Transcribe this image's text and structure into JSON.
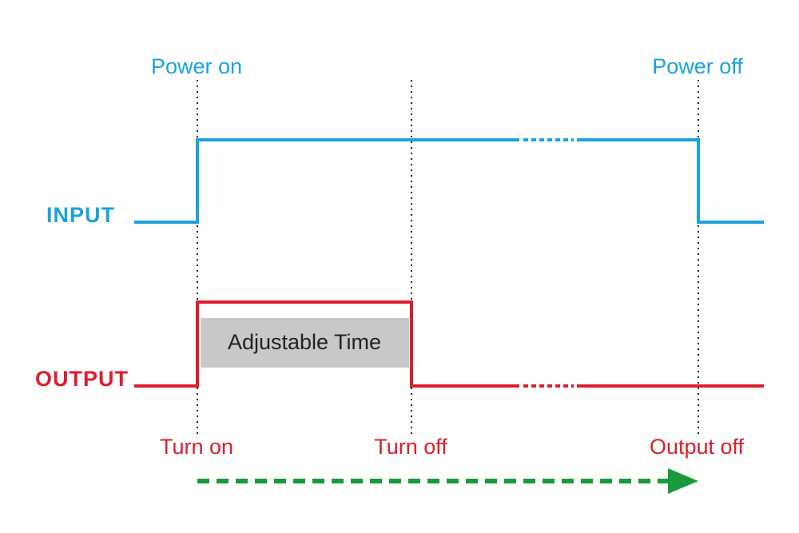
{
  "labels": {
    "power_on": "Power on",
    "power_off": "Power off",
    "input": "INPUT",
    "output": "OUTPUT",
    "adjustable_time": "Adjustable Time",
    "turn_on": "Turn on",
    "turn_off": "Turn off",
    "output_off": "Output off"
  },
  "colors": {
    "input_signal": "#1aa3dc",
    "output_signal": "#dc1e2c",
    "timeline_arrow": "#1a9a3c",
    "adjustable_box": "#c8c8c8",
    "marker_lines": "#222222"
  },
  "signals": {
    "input": [
      "low",
      "high",
      "high",
      "low"
    ],
    "output": [
      "low",
      "high",
      "low",
      "low"
    ]
  }
}
